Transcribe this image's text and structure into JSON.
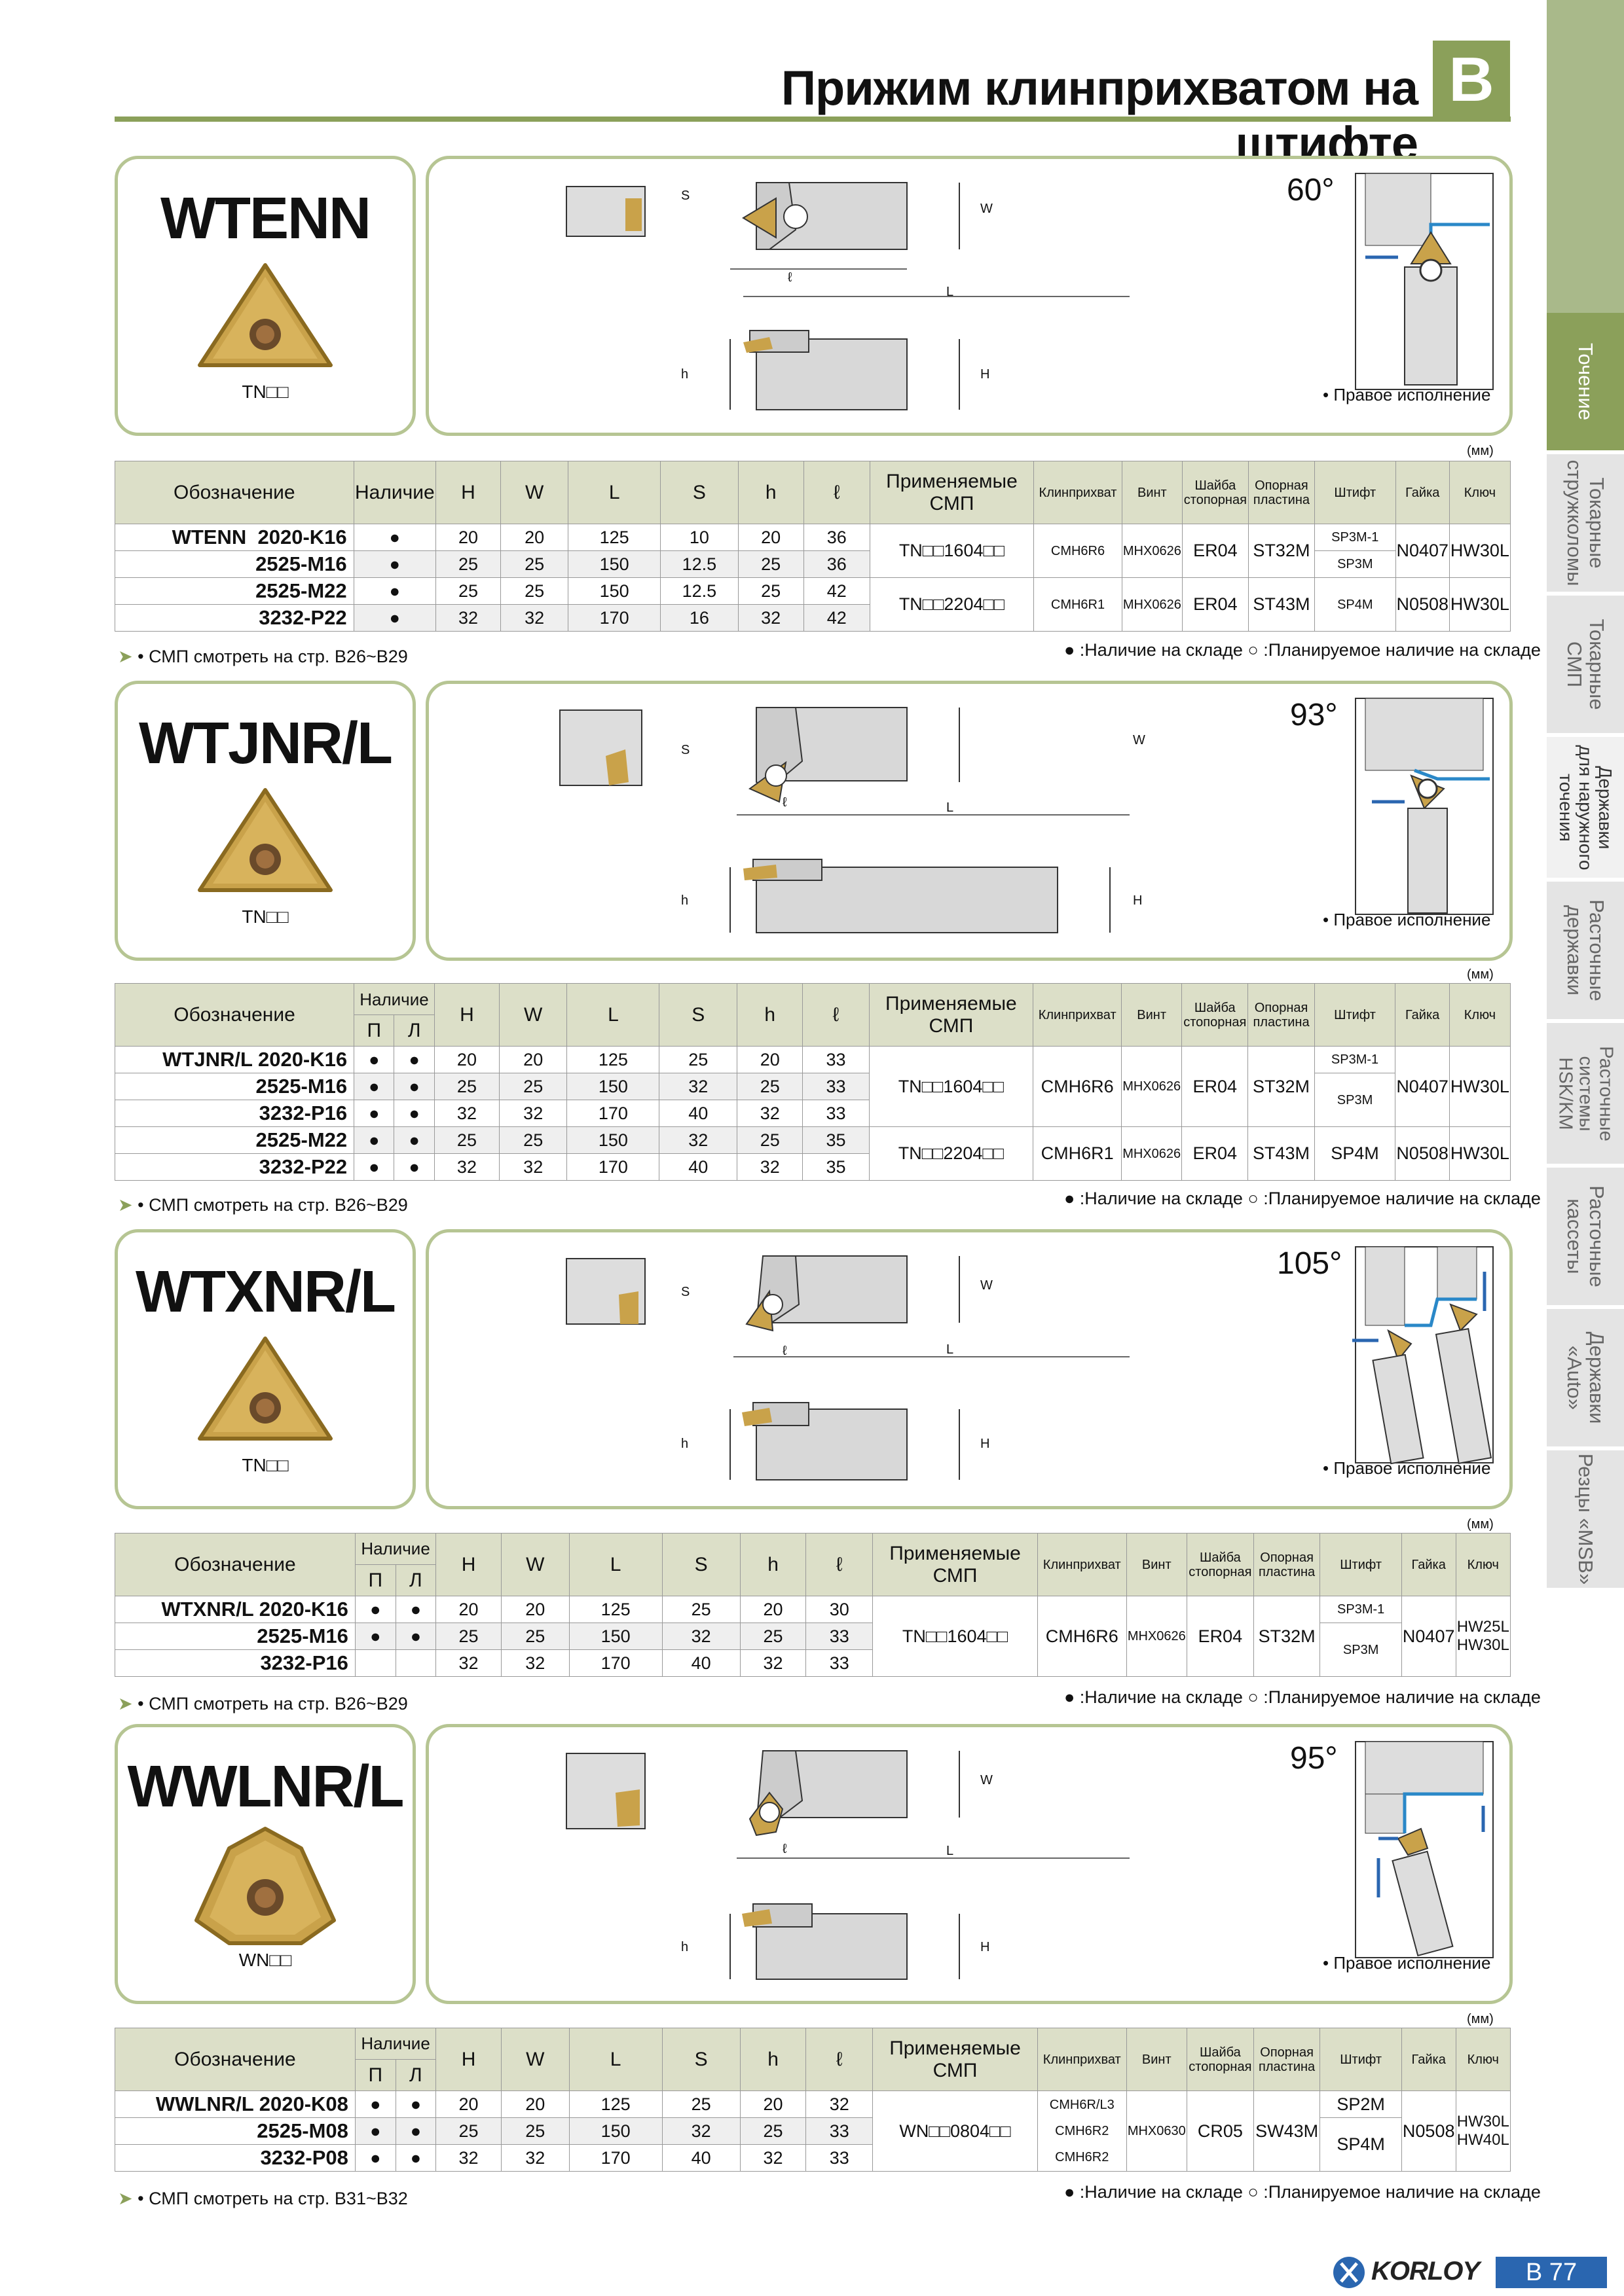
{
  "header": {
    "title": "Прижим клинприхватом на штифте",
    "section": "B"
  },
  "side_tabs": [
    {
      "label": "Точение"
    },
    {
      "label": "Токарные\nстружколомы"
    },
    {
      "label": "Токарные\nСМП"
    },
    {
      "label": "Державки\nдля наружного\nточения"
    },
    {
      "label": "Расточные\nдержавки"
    },
    {
      "label": "Расточные\nсистемы\nHSK/KM"
    },
    {
      "label": "Расточные\nкассеты"
    },
    {
      "label": "Державки\n«Auto»"
    },
    {
      "label": "Резцы «MSB»"
    }
  ],
  "common": {
    "right_hand": "• Правое исполнение",
    "mm": "(мм)",
    "legend": "● :Наличие на складе  ○ :Планируемое наличие на складе",
    "headers": {
      "designation": "Обозначение",
      "availability": "Наличие",
      "H": "H",
      "W": "W",
      "L": "L",
      "S": "S",
      "h": "h",
      "l": "ℓ",
      "inserts": "Применяемые СМП",
      "clamp": "Клинприхват",
      "screw": "Винт",
      "washer": "Шайба стопорная",
      "seat": "Опорная пластина",
      "pin": "Штифт",
      "nut": "Гайка",
      "key": "Ключ",
      "P": "П",
      "Lft": "Л"
    },
    "dims": {
      "S": "S",
      "W": "W",
      "L": "L",
      "h": "h",
      "H": "H",
      "l": "ℓ"
    }
  },
  "sections": [
    {
      "name": "WTENN",
      "insert": "TN□□",
      "angle": "60°",
      "note": "• СМП смотреть на стр. B26~B29",
      "rows": [
        {
          "series": "WTENN",
          "code": "2020-K16",
          "p": "●",
          "l2": "",
          "H": "20",
          "W": "20",
          "L": "125",
          "S": "10",
          "h": "20",
          "l": "36"
        },
        {
          "series": "",
          "code": "2525-M16",
          "p": "●",
          "l2": "",
          "H": "25",
          "W": "25",
          "L": "150",
          "S": "12.5",
          "h": "25",
          "l": "36"
        },
        {
          "series": "",
          "code": "2525-M22",
          "p": "●",
          "l2": "",
          "H": "25",
          "W": "25",
          "L": "150",
          "S": "12.5",
          "h": "25",
          "l": "42"
        },
        {
          "series": "",
          "code": "3232-P22",
          "p": "●",
          "l2": "",
          "H": "32",
          "W": "32",
          "L": "170",
          "S": "16",
          "h": "32",
          "l": "42"
        }
      ],
      "parts": [
        {
          "insert": "TN□□1604□□",
          "clamp": "CMH6R6",
          "screw": "MHX0626",
          "washer": "ER04",
          "seat": "ST32M",
          "pin": [
            "SP3M-1",
            "SP3M"
          ],
          "nut": "N0407",
          "key": "HW30L"
        },
        {
          "insert": "TN□□2204□□",
          "clamp": "CMH6R1",
          "screw": "MHX0626",
          "washer": "ER04",
          "seat": "ST43M",
          "pin": [
            "SP4M"
          ],
          "nut": "N0508",
          "key": "HW30L"
        }
      ]
    },
    {
      "name": "WTJNR/L",
      "insert": "TN□□",
      "angle": "93°",
      "note": "• СМП смотреть на стр. B26~B29",
      "rows": [
        {
          "series": "WTJNR/L",
          "code": "2020-K16",
          "p": "●",
          "l2": "●",
          "H": "20",
          "W": "20",
          "L": "125",
          "S": "25",
          "h": "20",
          "l": "33"
        },
        {
          "series": "",
          "code": "2525-M16",
          "p": "●",
          "l2": "●",
          "H": "25",
          "W": "25",
          "L": "150",
          "S": "32",
          "h": "25",
          "l": "33"
        },
        {
          "series": "",
          "code": "3232-P16",
          "p": "●",
          "l2": "●",
          "H": "32",
          "W": "32",
          "L": "170",
          "S": "40",
          "h": "32",
          "l": "33"
        },
        {
          "series": "",
          "code": "2525-M22",
          "p": "●",
          "l2": "●",
          "H": "25",
          "W": "25",
          "L": "150",
          "S": "32",
          "h": "25",
          "l": "35"
        },
        {
          "series": "",
          "code": "3232-P22",
          "p": "●",
          "l2": "●",
          "H": "32",
          "W": "32",
          "L": "170",
          "S": "40",
          "h": "32",
          "l": "35"
        }
      ],
      "parts": [
        {
          "insert": "TN□□1604□□",
          "clamp": "CMH6R6",
          "screw": "MHX0626",
          "washer": "ER04",
          "seat": "ST32M",
          "pin": [
            "SP3M-1",
            "SP3M"
          ],
          "nut": "N0407",
          "key": "HW30L"
        },
        {
          "insert": "TN□□2204□□",
          "clamp": "CMH6R1",
          "screw": "MHX0626",
          "washer": "ER04",
          "seat": "ST43M",
          "pin": [
            "SP4M"
          ],
          "nut": "N0508",
          "key": "HW30L"
        }
      ]
    },
    {
      "name": "WTXNR/L",
      "insert": "TN□□",
      "angle": "105°",
      "note": "• СМП смотреть на стр. B26~B29",
      "rows": [
        {
          "series": "WTXNR/L",
          "code": "2020-K16",
          "p": "●",
          "l2": "●",
          "H": "20",
          "W": "20",
          "L": "125",
          "S": "25",
          "h": "20",
          "l": "30"
        },
        {
          "series": "",
          "code": "2525-M16",
          "p": "●",
          "l2": "●",
          "H": "25",
          "W": "25",
          "L": "150",
          "S": "32",
          "h": "25",
          "l": "33"
        },
        {
          "series": "",
          "code": "3232-P16",
          "p": "",
          "l2": "",
          "H": "32",
          "W": "32",
          "L": "170",
          "S": "40",
          "h": "32",
          "l": "33"
        }
      ],
      "parts": [
        {
          "insert": "TN□□1604□□",
          "clamp": "CMH6R6",
          "screw": "MHX0626",
          "washer": "ER04",
          "seat": "ST32M",
          "pin": [
            "SP3M-1",
            "SP3M"
          ],
          "nut": "N0407",
          "key": "HW25L\nHW30L"
        }
      ]
    },
    {
      "name": "WWLNR/L",
      "insert": "WN□□",
      "angle": "95°",
      "note": "• СМП смотреть на стр. B31~B32",
      "rows": [
        {
          "series": "WWLNR/L",
          "code": "2020-K08",
          "p": "●",
          "l2": "●",
          "H": "20",
          "W": "20",
          "L": "125",
          "S": "25",
          "h": "20",
          "l": "32"
        },
        {
          "series": "",
          "code": "2525-M08",
          "p": "●",
          "l2": "●",
          "H": "25",
          "W": "25",
          "L": "150",
          "S": "32",
          "h": "25",
          "l": "33"
        },
        {
          "series": "",
          "code": "3232-P08",
          "p": "●",
          "l2": "●",
          "H": "32",
          "W": "32",
          "L": "170",
          "S": "40",
          "h": "32",
          "l": "33"
        }
      ],
      "parts": [
        {
          "insert": "WN□□0804□□",
          "clamp": "CMH6R/L3\nCMH6R2\nCMH6R2",
          "screw": "MHX0630",
          "washer": "CR05",
          "seat": "SW43M",
          "pin": [
            "SP2M",
            "SP4M"
          ],
          "nut": "N0508",
          "key": "HW30L\nHW40L"
        }
      ]
    }
  ],
  "footer": {
    "brand": "KORLOY",
    "page": "B 77"
  },
  "colors": {
    "accent": "#8ba05a",
    "insert_gold": "#c9a24a",
    "blue": "#2a66b0"
  }
}
